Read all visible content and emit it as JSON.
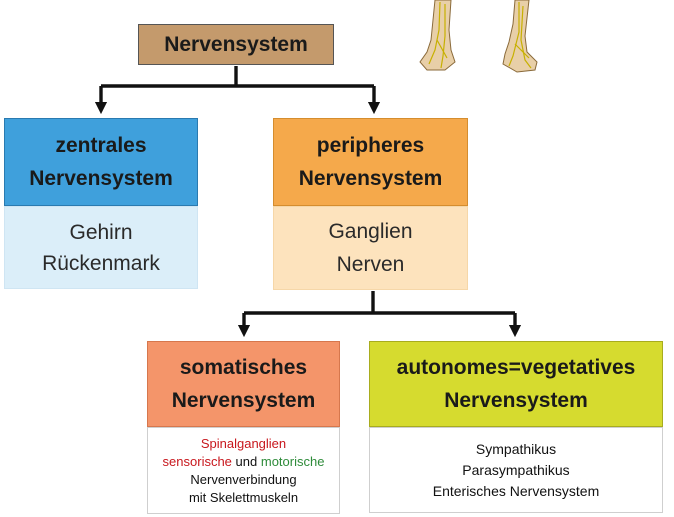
{
  "root": {
    "label": "Nervensystem"
  },
  "central": {
    "title_lines": [
      "zentrales",
      "Nervensystem"
    ],
    "items": [
      "Gehirn",
      "Rückenmark"
    ]
  },
  "peripheral": {
    "title_lines": [
      "peripheres",
      "Nervensystem"
    ],
    "items": [
      "Ganglien",
      "Nerven"
    ]
  },
  "somatic": {
    "title_lines": [
      "somatisches",
      "Nervensystem"
    ],
    "line1": "Spinalganglien",
    "sensory": "sensorische",
    "und": "und",
    "motor": "motorische",
    "line3": "Nervenverbindung",
    "line4": "mit Skelettmuskeln"
  },
  "autonomic": {
    "title_lines": [
      "autonomes=vegetatives",
      "Nervensystem"
    ],
    "items": [
      "Sympathikus",
      "Parasympathikus",
      "Enterisches Nervensystem"
    ]
  },
  "colors": {
    "root": "#c49a6c",
    "central_head": "#3fa0dc",
    "central_body": "#dbeef9",
    "peripheral_head": "#f5a94b",
    "peripheral_body": "#fde3bd",
    "somatic_head": "#f4956a",
    "autonomic_head": "#d6db2f",
    "sensory_text": "#c8171d",
    "motor_text": "#2e8b3a"
  },
  "illustration": {
    "icon": "human-legs-nerves-illustration"
  }
}
